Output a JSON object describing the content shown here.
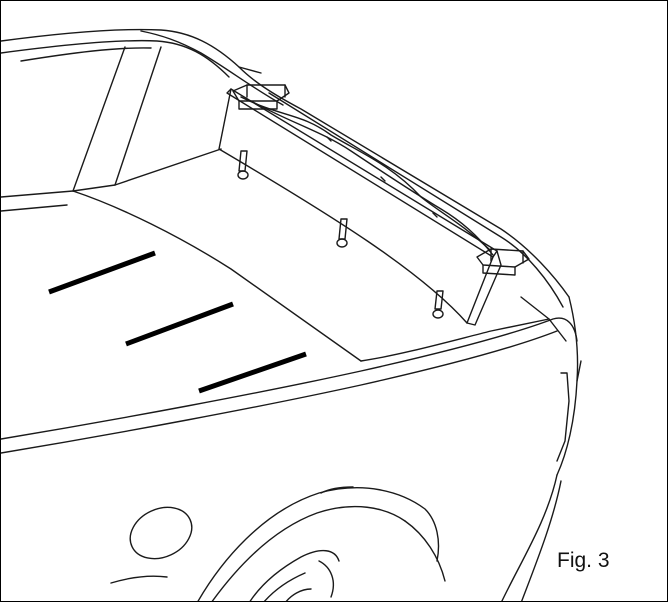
{
  "figure": {
    "caption": "Fig. 3"
  },
  "colors": {
    "line": "#1a1a1a",
    "marker": "#000000",
    "background": "#ffffff"
  },
  "parts": [
    "truck-bed",
    "bed-rail",
    "tailgate",
    "wheel-arch",
    "fuel-door",
    "bracket-panel",
    "clamp-blocks",
    "mounting-bolts",
    "floor-strips"
  ]
}
